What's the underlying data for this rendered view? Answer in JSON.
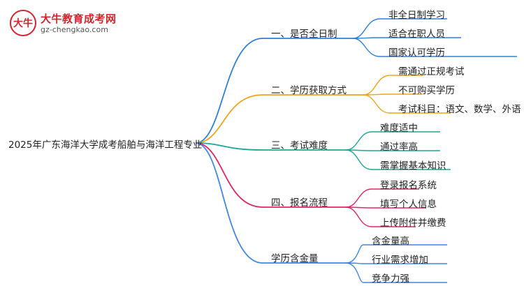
{
  "logo": {
    "mark": "大牛",
    "title": "大牛教育成考网",
    "url": "gz-chengkao.com"
  },
  "root": "2025年广东海洋大学成考船舶与海洋工程专业",
  "branches": [
    {
      "label": "一、是否全日制",
      "color": "#2f7fd8",
      "children": [
        "非全日制学习",
        "适合在职人员",
        "国家认可学历"
      ]
    },
    {
      "label": "二、学历获取方式",
      "color": "#f2a31a",
      "children": [
        "需通过正规考试",
        "不可购买学历",
        "考试科目：语文、数学、外语"
      ]
    },
    {
      "label": "三、考试难度",
      "color": "#1aa79b",
      "children": [
        "难度适中",
        "通过率高",
        "需掌握基本知识"
      ]
    },
    {
      "label": "四、报名流程",
      "color": "#e0256a",
      "children": [
        "登录报名系统",
        "填写个人信息",
        "上传附件并缴费"
      ]
    },
    {
      "label": "学历含金量",
      "color": "#3f86e6",
      "children": [
        "含金量高",
        "行业需求增加",
        "竞争力强"
      ]
    }
  ]
}
